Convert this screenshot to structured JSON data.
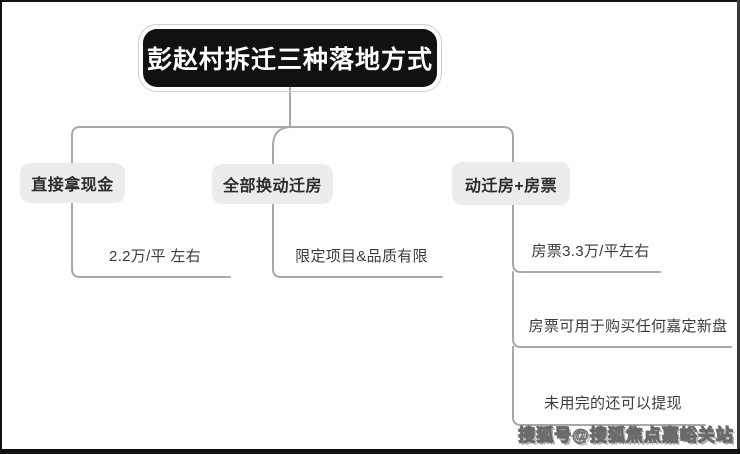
{
  "diagram": {
    "root": {
      "label": "彭赵村拆迁三种落地方式"
    },
    "branches": [
      {
        "label": "直接拿现金",
        "children": [
          "2.2万/平 左右"
        ]
      },
      {
        "label": "全部换动迁房",
        "children": [
          "限定项目&品质有限"
        ]
      },
      {
        "label": "动迁房+房票",
        "children": [
          "房票3.3万/平左右",
          "房票可用于购买任何嘉定新盘",
          "未用完的还可以提现"
        ]
      }
    ]
  },
  "watermark": {
    "text": "搜狐号@搜狐焦点嘉峪关站"
  },
  "colors": {
    "root_bg": "#111111",
    "node_bg": "#ececec",
    "connector": "#a8a8a8"
  }
}
